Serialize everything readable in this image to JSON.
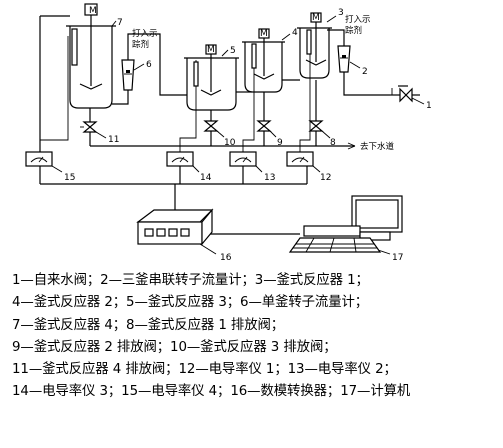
{
  "labels": {
    "l1": "1",
    "l2": "2",
    "l3": "3",
    "l4": "4",
    "l5": "5",
    "l6": "6",
    "l7": "7",
    "l8": "8",
    "l9": "9",
    "l10": "10",
    "l11": "11",
    "l12": "12",
    "l13": "13",
    "l14": "14",
    "l15": "15",
    "l16": "16",
    "l17": "17"
  },
  "motor_symbol": "M",
  "annotations": {
    "tracer_right_1": "打入示",
    "tracer_right_2": "踪剂",
    "tracer_left_1": "打入示",
    "tracer_left_2": "踪剂",
    "drain": "去下水道"
  },
  "legend": [
    "1—自来水阀；2—三釜串联转子流量计；3—釜式反应器 1；",
    "4—釜式反应器 2；5—釜式反应器 3；6—单釜转子流量计；",
    "7—釜式反应器 4；8—釜式反应器 1 排放阀；",
    "9—釜式反应器 2 排放阀；10—釜式反应器 3 排放阀；",
    "11—釜式反应器 4 排放阀；12—电导率仪 1；13—电导率仪 2；",
    "14—电导率仪 3；15—电导率仪 4；16—数模转换器；17—计算机"
  ]
}
